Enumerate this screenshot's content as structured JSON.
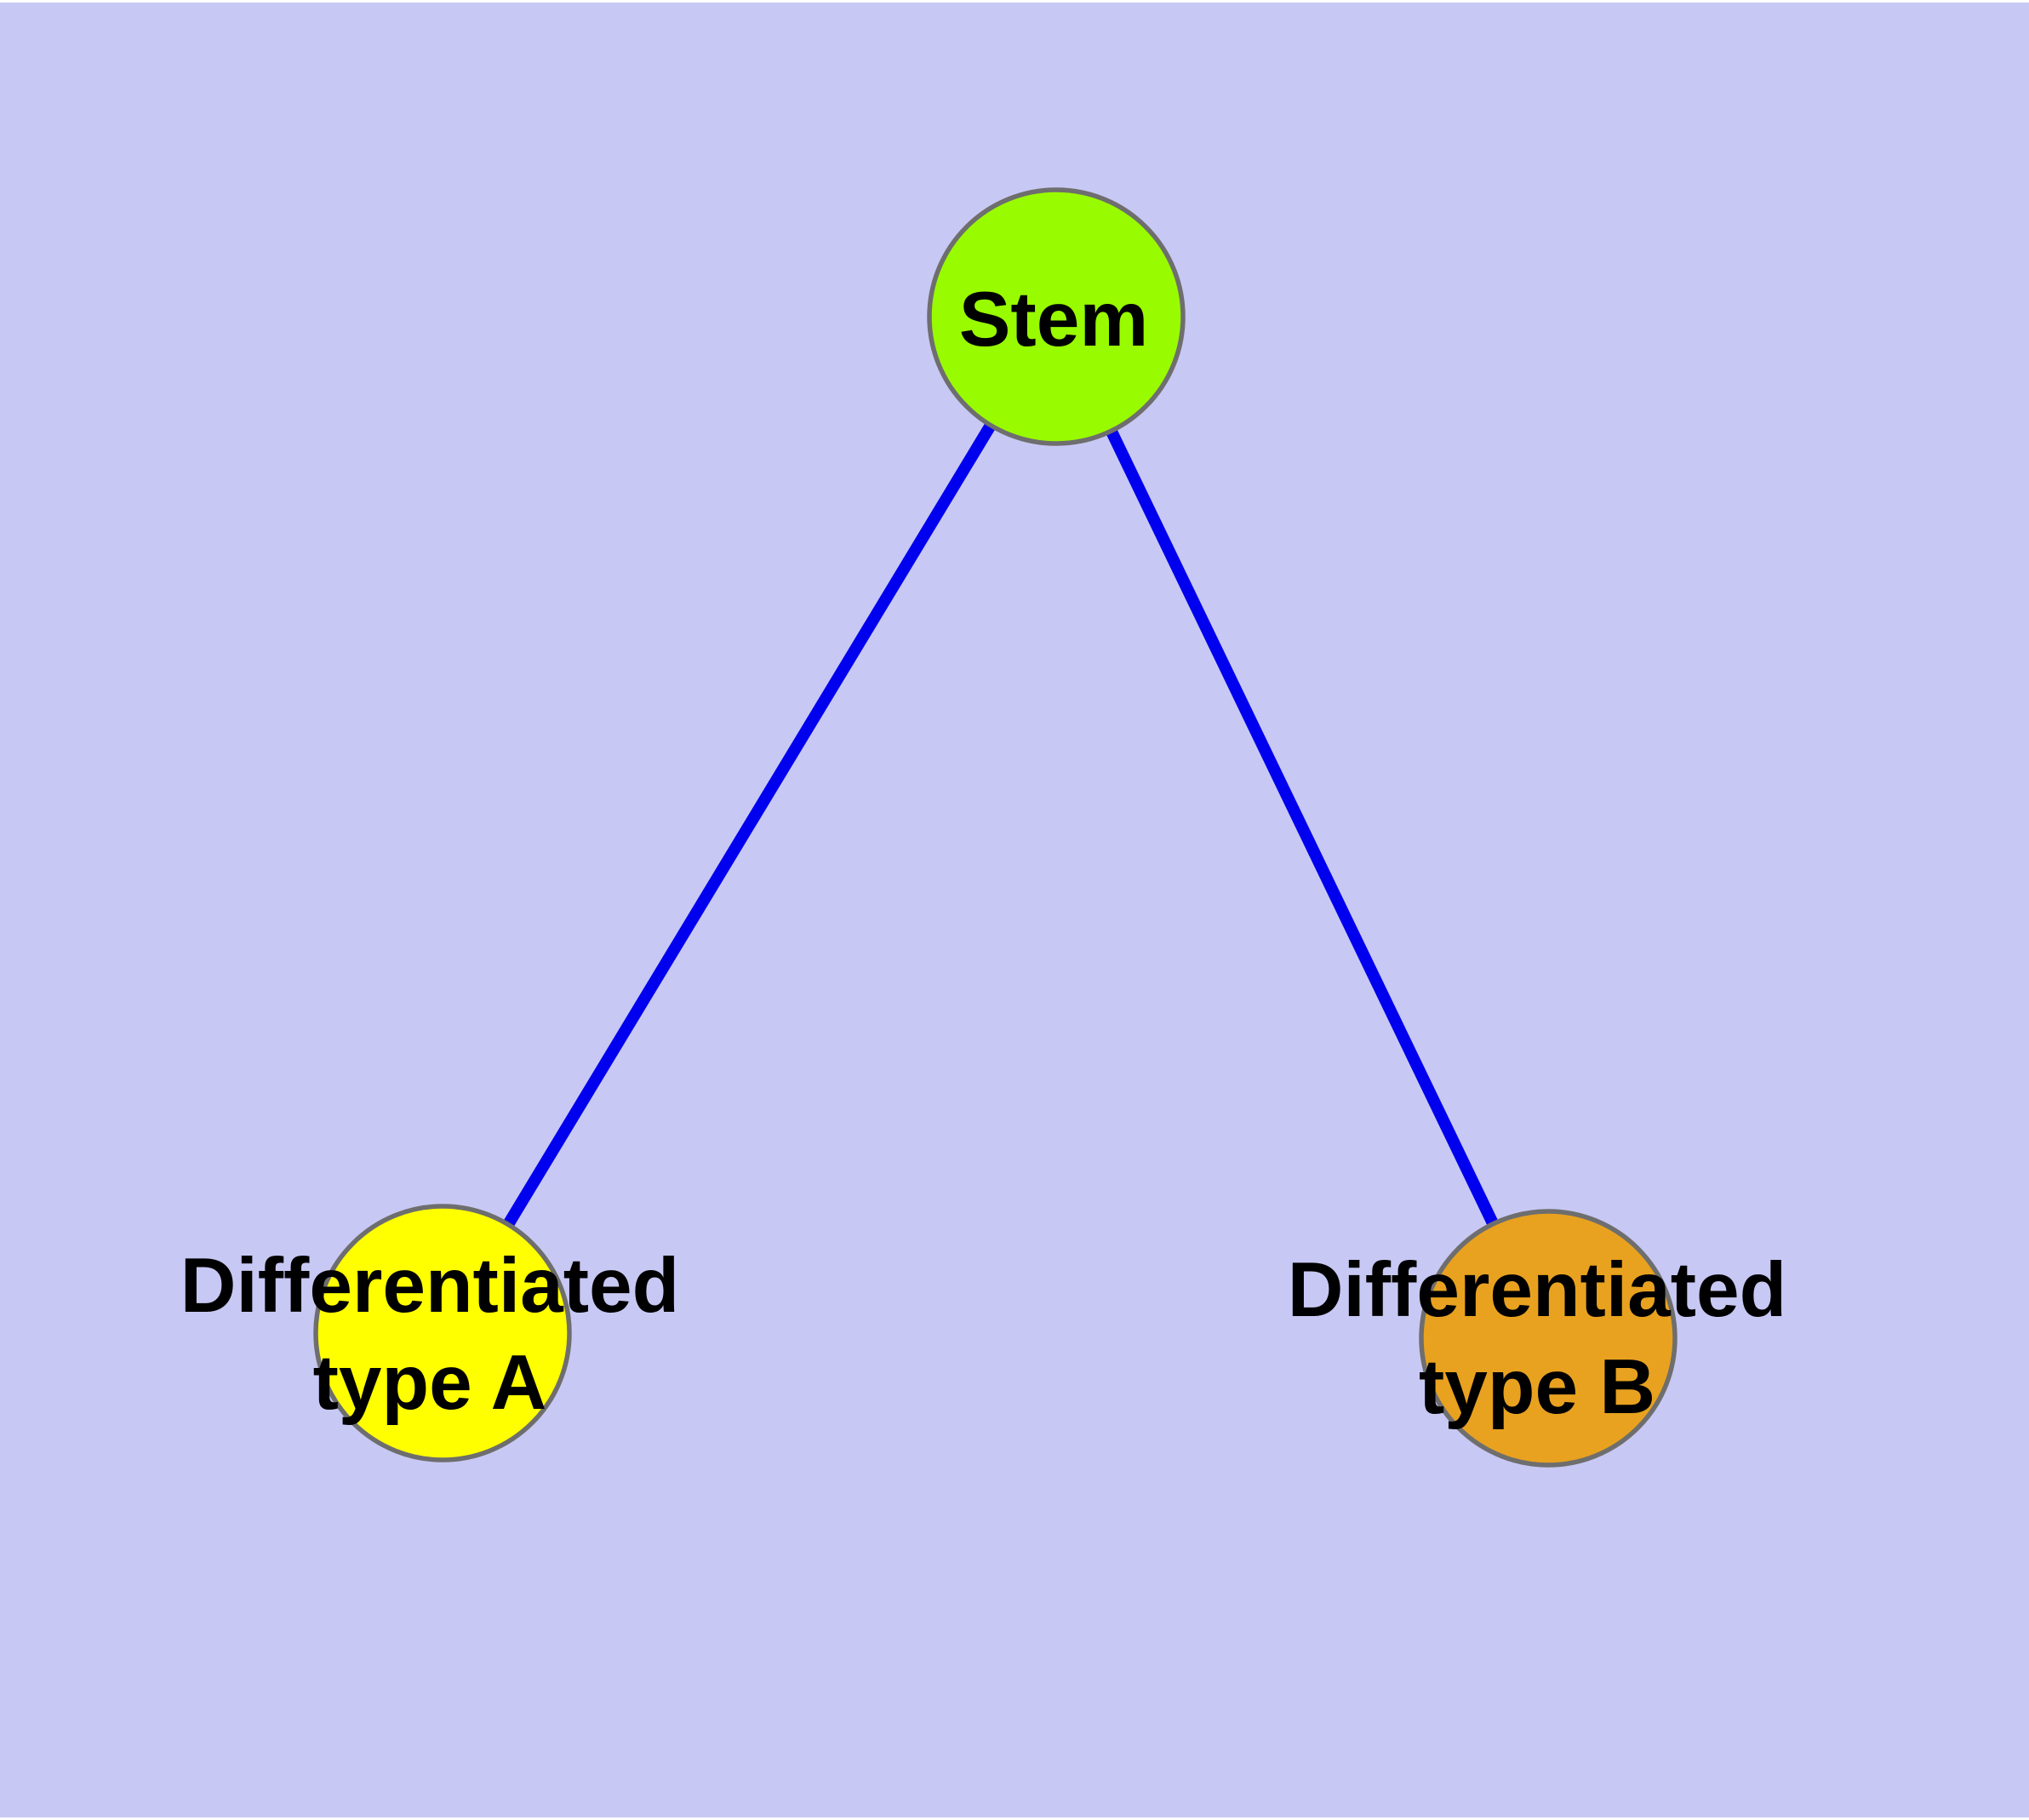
{
  "diagram": {
    "background_color": "#c8c8f4",
    "edge_color": "#0000ee",
    "node_border_color": "#6e6e6e",
    "nodes": {
      "stem": {
        "label": "Stem",
        "color": "#99fb00"
      },
      "type_a": {
        "label_line1": "Differentiated",
        "label_line2": "type A",
        "color": "#ffff00"
      },
      "type_b": {
        "label_line1": "Differentiated",
        "label_line2": "type B",
        "color": "#e8a21f"
      }
    },
    "edges": [
      {
        "from": "Stem",
        "to": "Differentiated type A"
      },
      {
        "from": "Stem",
        "to": "Differentiated type B"
      }
    ]
  }
}
